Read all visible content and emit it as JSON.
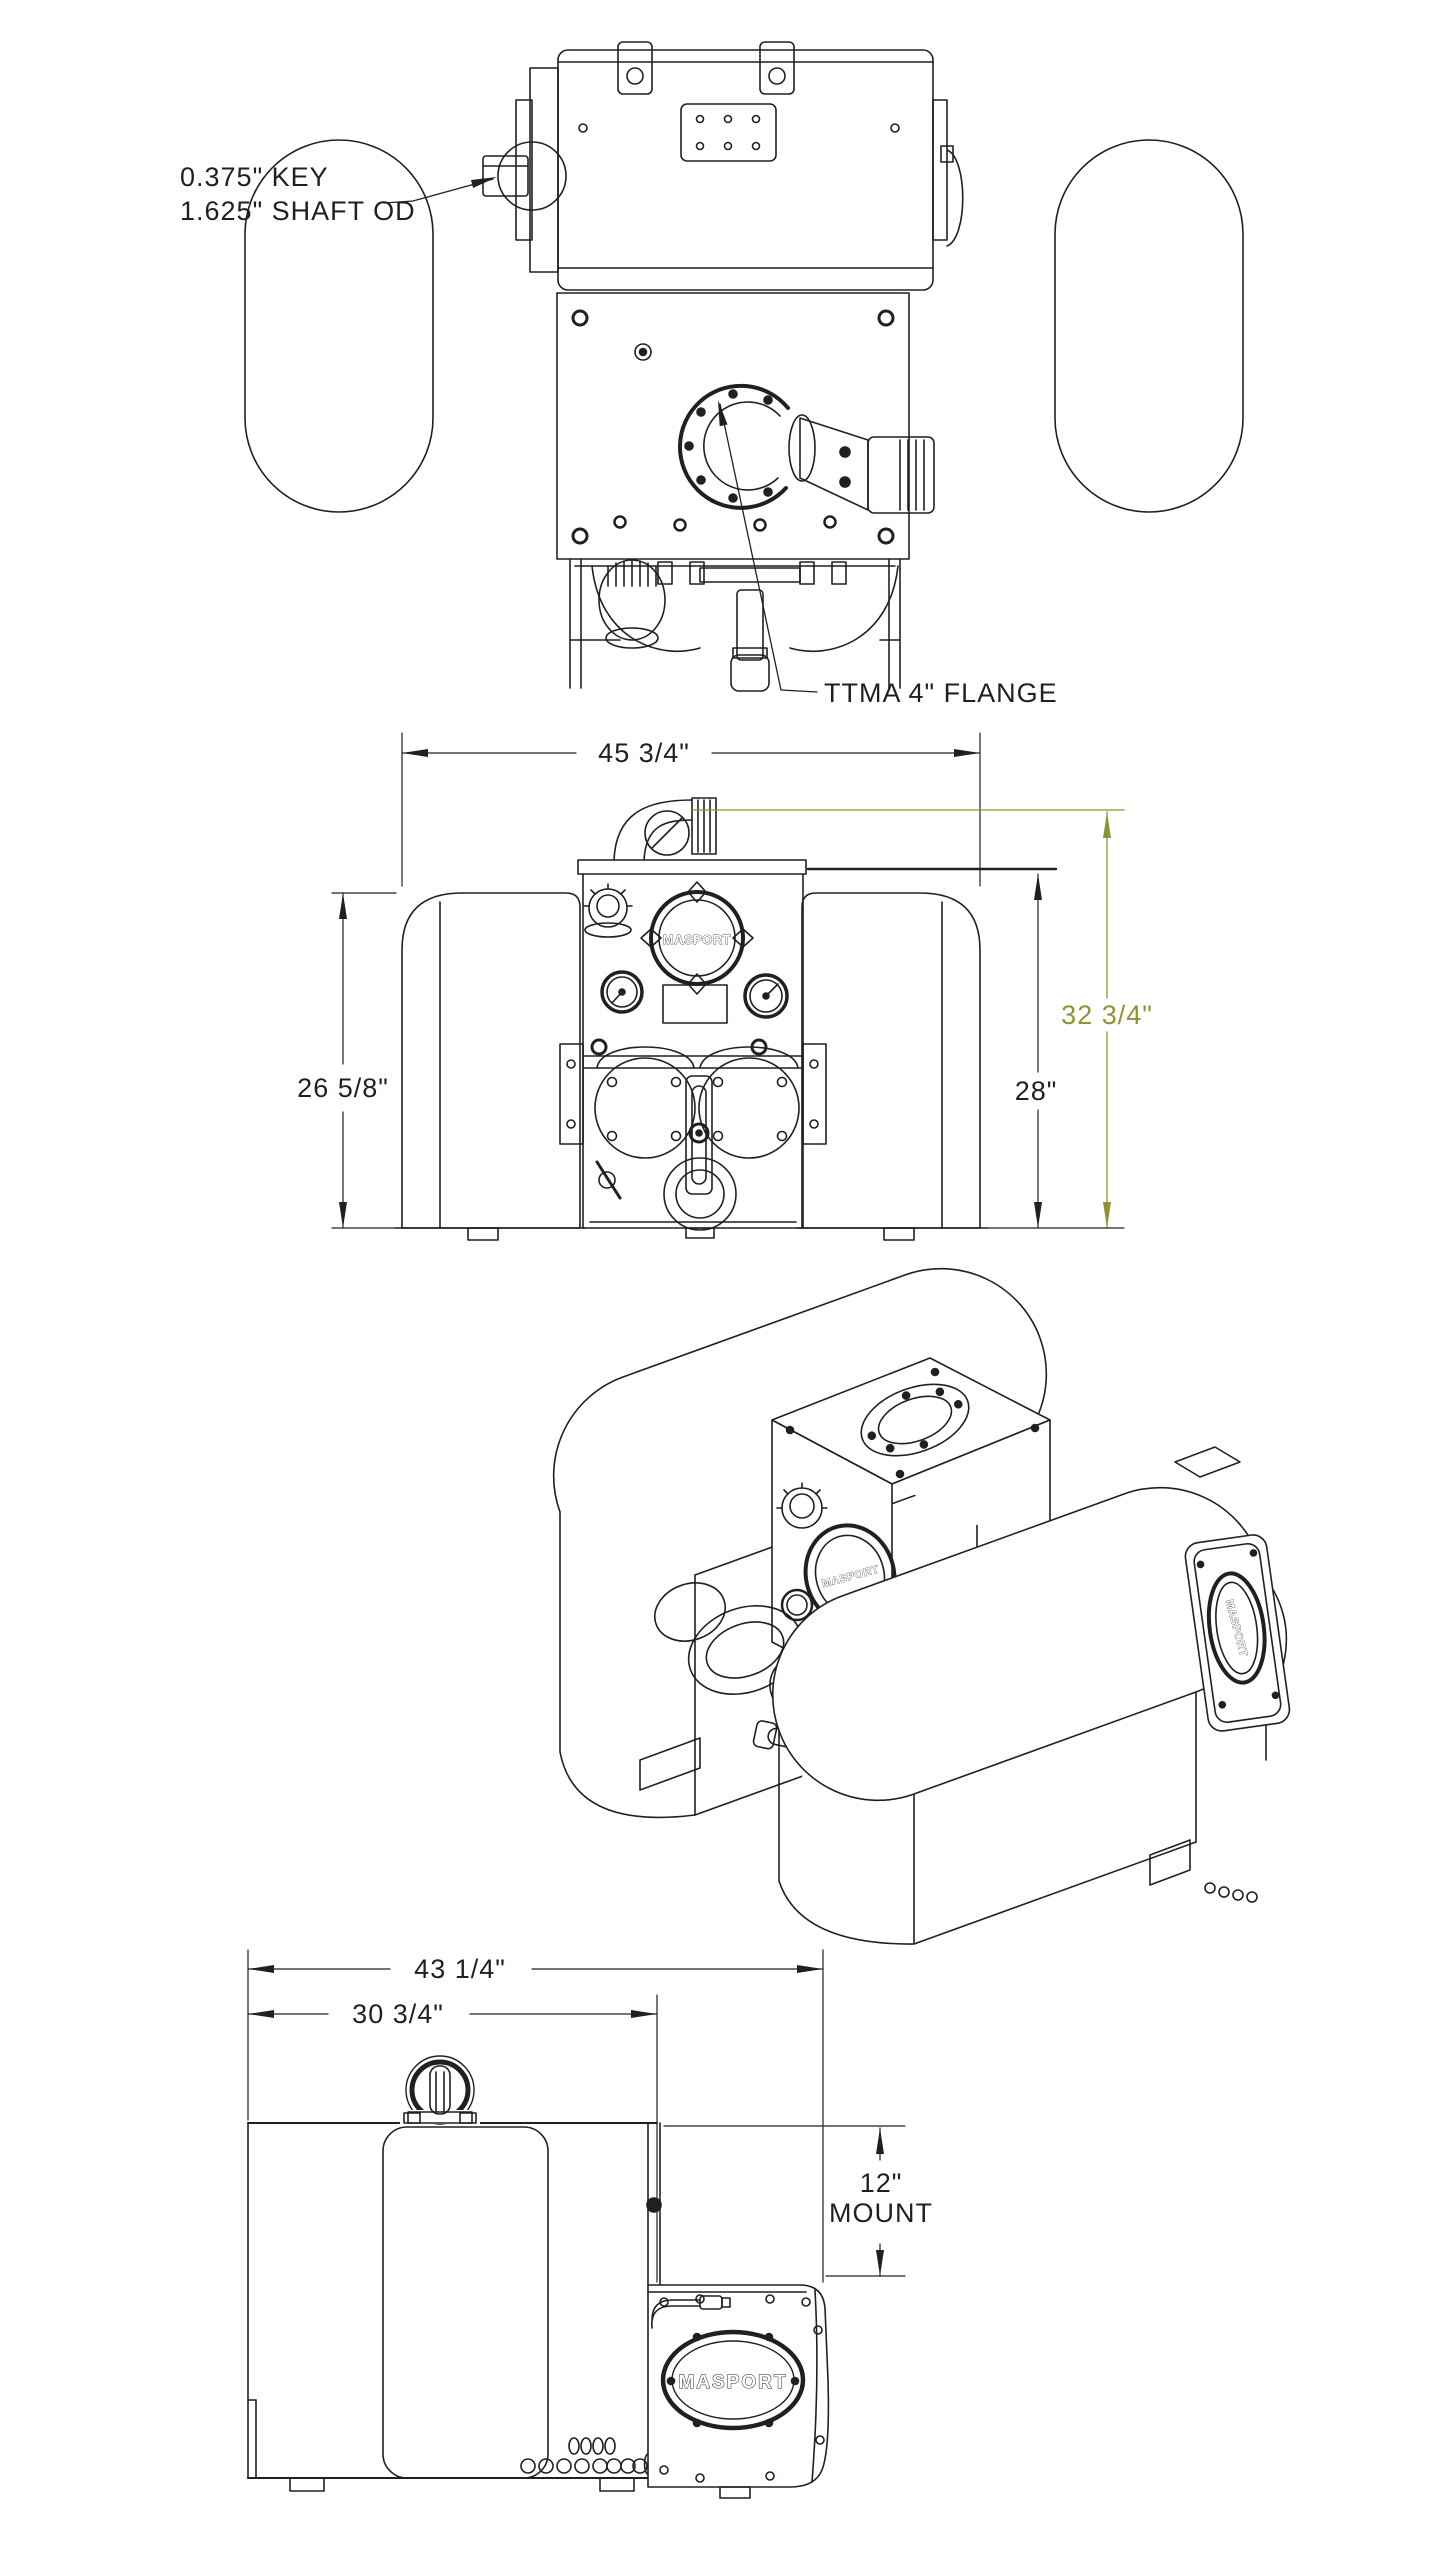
{
  "page": {
    "background": "#ffffff",
    "line_color": "#231f20",
    "accent_color": "#8f9331"
  },
  "top_view": {
    "label_key": "0.375\" KEY",
    "label_shaft_od": "1.625\" SHAFT OD",
    "label_flange": "TTMA 4\" FLANGE"
  },
  "front_view": {
    "dim_width": "45 3/4\"",
    "dim_tank_height": "26 5/8\"",
    "dim_pump_height": "28\"",
    "dim_overall_height": "32 3/4\"",
    "brand_badge": "MASPORT"
  },
  "iso_view": {
    "brand_badge": "MASPORT",
    "brand_badge_side": "MASPORT"
  },
  "side_view": {
    "dim_overall_length": "43 1/4\"",
    "dim_tank_length": "30 3/4\"",
    "dim_mount_height": "12\"",
    "dim_mount_label": "MOUNT",
    "brand_badge": "MASPORT"
  }
}
